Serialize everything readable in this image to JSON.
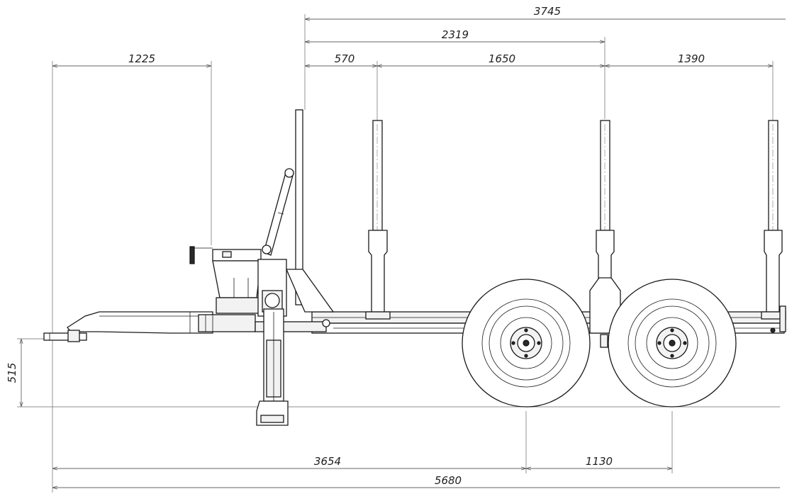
{
  "dimensions": {
    "overall_top": "3745",
    "bunk_to_axle": "2319",
    "drawbar_to_pivot": "1225",
    "pivot_to_bunk1": "570",
    "bunk1_to_bunk2": "1650",
    "bunk2_to_bunk3": "1390",
    "hitch_height": "515",
    "hitch_to_axle1": "3654",
    "axle_spacing": "1130",
    "overall_length": "5680"
  }
}
